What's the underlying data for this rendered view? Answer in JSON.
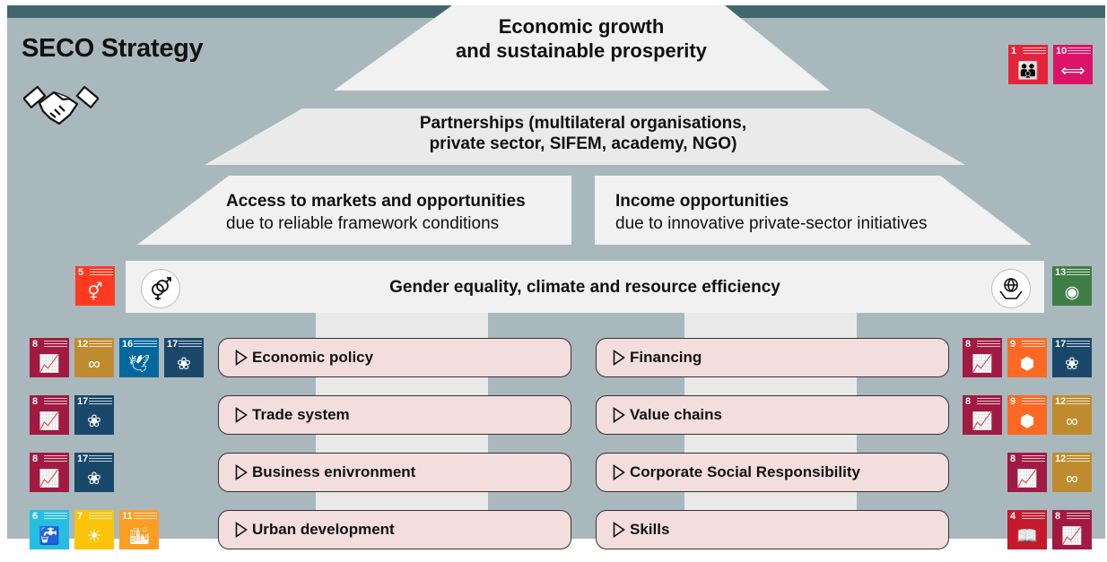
{
  "title": "SECO Strategy",
  "roof": {
    "line1": "Economic growth",
    "line2": "and sustainable prosperity"
  },
  "partnerships": {
    "line1": "Partnerships (multilateral organisations,",
    "line2": "private sector, SIFEM, academy, NGO)"
  },
  "access": {
    "heading": "Access to markets and opportunities",
    "subtitle": "due to reliable framework conditions"
  },
  "income": {
    "heading": "Income opportunities",
    "subtitle": "due to innovative private-sector initiatives"
  },
  "band": {
    "label": "Gender equality, climate and resource efficiency",
    "left_icon": "gender-icon",
    "right_icon": "globe-hands-icon"
  },
  "colors": {
    "background": "#a9b8bd",
    "top_bar": "#42666d",
    "pill_fill": "#f3dedd",
    "sdg1": "#e5243b",
    "sdg4": "#c5192d",
    "sdg5": "#ff3a21",
    "sdg6": "#26bde2",
    "sdg7": "#fcc30b",
    "sdg8": "#a21942",
    "sdg9": "#fd6925",
    "sdg10": "#dd1367",
    "sdg11": "#fd9d24",
    "sdg12": "#bf8b2e",
    "sdg13": "#3f7e44",
    "sdg16": "#00689d",
    "sdg17": "#19486a"
  },
  "goal_sdgs": [
    {
      "num": "1",
      "glyph": "👪"
    },
    {
      "num": "10",
      "glyph": "⟺"
    }
  ],
  "band_sdgs": {
    "left": {
      "num": "5",
      "glyph": "⚥"
    },
    "right": {
      "num": "13",
      "glyph": "◉"
    }
  },
  "rows": [
    {
      "left_sdgs": [
        {
          "num": "8",
          "glyph": "📈"
        },
        {
          "num": "12",
          "glyph": "∞"
        },
        {
          "num": "16",
          "glyph": "🕊"
        },
        {
          "num": "17",
          "glyph": "❀"
        }
      ],
      "left_label": "Economic policy",
      "right_label": "Financing",
      "right_sdgs": [
        {
          "num": "8",
          "glyph": "📈"
        },
        {
          "num": "9",
          "glyph": "⬢"
        },
        {
          "num": "17",
          "glyph": "❀"
        }
      ]
    },
    {
      "left_sdgs": [
        {
          "num": "8",
          "glyph": "📈"
        },
        {
          "num": "17",
          "glyph": "❀"
        }
      ],
      "left_label": "Trade system",
      "right_label": "Value chains",
      "right_sdgs": [
        {
          "num": "8",
          "glyph": "📈"
        },
        {
          "num": "9",
          "glyph": "⬢"
        },
        {
          "num": "12",
          "glyph": "∞"
        }
      ]
    },
    {
      "left_sdgs": [
        {
          "num": "8",
          "glyph": "📈"
        },
        {
          "num": "17",
          "glyph": "❀"
        }
      ],
      "left_label": "Business enivronment",
      "right_label": "Corporate Social Responsibility",
      "right_sdgs": [
        {
          "num": "8",
          "glyph": "📈"
        },
        {
          "num": "12",
          "glyph": "∞"
        }
      ]
    },
    {
      "left_sdgs": [
        {
          "num": "6",
          "glyph": "🚰"
        },
        {
          "num": "7",
          "glyph": "☀"
        },
        {
          "num": "11",
          "glyph": "🏙"
        }
      ],
      "left_label": "Urban development",
      "right_label": "Skills",
      "right_sdgs": [
        {
          "num": "4",
          "glyph": "📖"
        },
        {
          "num": "8",
          "glyph": "📈"
        }
      ]
    }
  ]
}
